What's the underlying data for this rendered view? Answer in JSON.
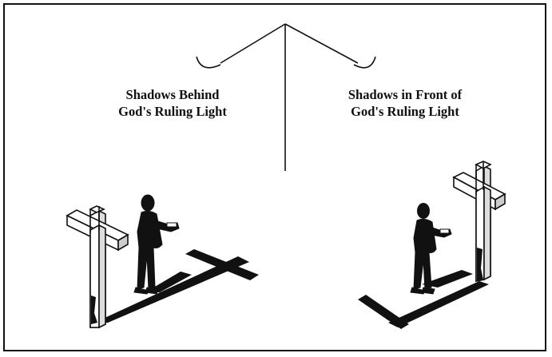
{
  "labels": {
    "left": {
      "line1": "Shadows Behind",
      "line2": "God's Ruling Light"
    },
    "right": {
      "line1": "Shadows in Front of",
      "line2": "God's Ruling Light"
    }
  },
  "colors": {
    "ink": "#111111",
    "background": "#ffffff"
  }
}
